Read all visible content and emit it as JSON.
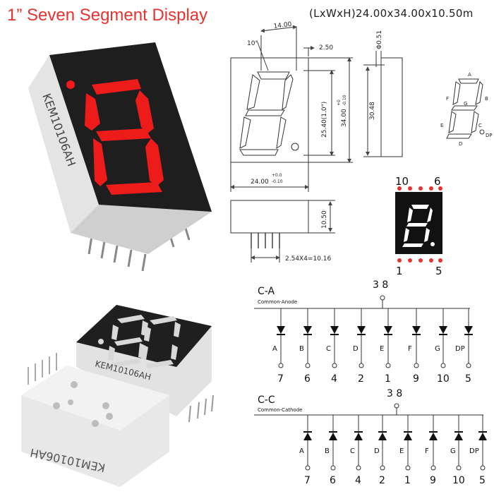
{
  "title": "1” Seven Segment Display",
  "dims_header": "(LxWxH)24.00x34.00x10.50m",
  "product": {
    "part_number": "KEM10106AH",
    "segment_color_on": "#ee1b1b",
    "segment_color_off": "#e8e8e8",
    "body_color": "#222222",
    "case_color": "#e6e6e6"
  },
  "front_view": {
    "width_label": "24.00",
    "width_tol_plus": "+0.0",
    "width_tol_minus": "-0.10",
    "top_width_label": "14.00",
    "angle_label": "10°",
    "dp_offset_label": "2.50",
    "digit_height_label": "25.40(1.0\")",
    "total_height_label": "34.00",
    "total_height_tol_plus": "+0",
    "total_height_tol_minus": "-0.10"
  },
  "side_view": {
    "pin_label": "Φ0.51",
    "height_label": "30.48"
  },
  "bottom_view": {
    "depth_label": "10.50",
    "pitch_label": "2.54X4=10.16"
  },
  "segment_map": {
    "labels": [
      "A",
      "B",
      "C",
      "D",
      "E",
      "F",
      "G",
      "DP"
    ]
  },
  "pinout": {
    "pins_top_left": "10",
    "pins_top_right": "6",
    "pins_bottom_left": "1",
    "pins_bottom_right": "5",
    "pad_color": "#e8322f"
  },
  "common_anode": {
    "title": "C-A",
    "subtitle": "Common-Anode",
    "common_pins": "3 8",
    "segments": [
      "A",
      "B",
      "C",
      "D",
      "E",
      "F",
      "G",
      "DP"
    ],
    "pins": [
      "7",
      "6",
      "4",
      "2",
      "1",
      "9",
      "10",
      "5"
    ]
  },
  "common_cathode": {
    "title": "C-C",
    "subtitle": "Common-Cathode",
    "common_pins": "3 8",
    "segments": [
      "A",
      "B",
      "C",
      "D",
      "E",
      "F",
      "G",
      "DP"
    ],
    "pins": [
      "7",
      "6",
      "4",
      "2",
      "1",
      "9",
      "10",
      "5"
    ]
  }
}
